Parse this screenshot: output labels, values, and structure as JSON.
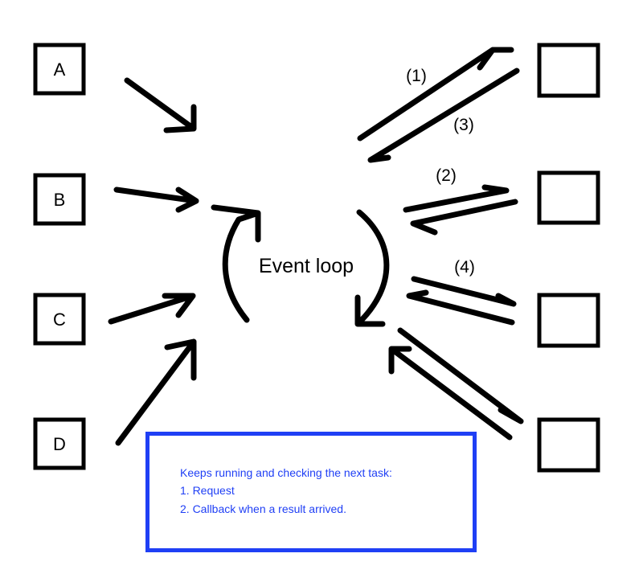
{
  "sources": [
    {
      "id": "a",
      "label": "A"
    },
    {
      "id": "b",
      "label": "B"
    },
    {
      "id": "c",
      "label": "C"
    },
    {
      "id": "d",
      "label": "D"
    }
  ],
  "center": {
    "label": "Event loop"
  },
  "steps": [
    "(1)",
    "(3)",
    "(2)",
    "(4)"
  ],
  "note": {
    "title": "Keeps running and checking the next task:",
    "lines": [
      "1. Request",
      "2. Callback when a result arrived."
    ],
    "border_color": "#1f3ff5",
    "text_color": "#1f3ff5"
  }
}
